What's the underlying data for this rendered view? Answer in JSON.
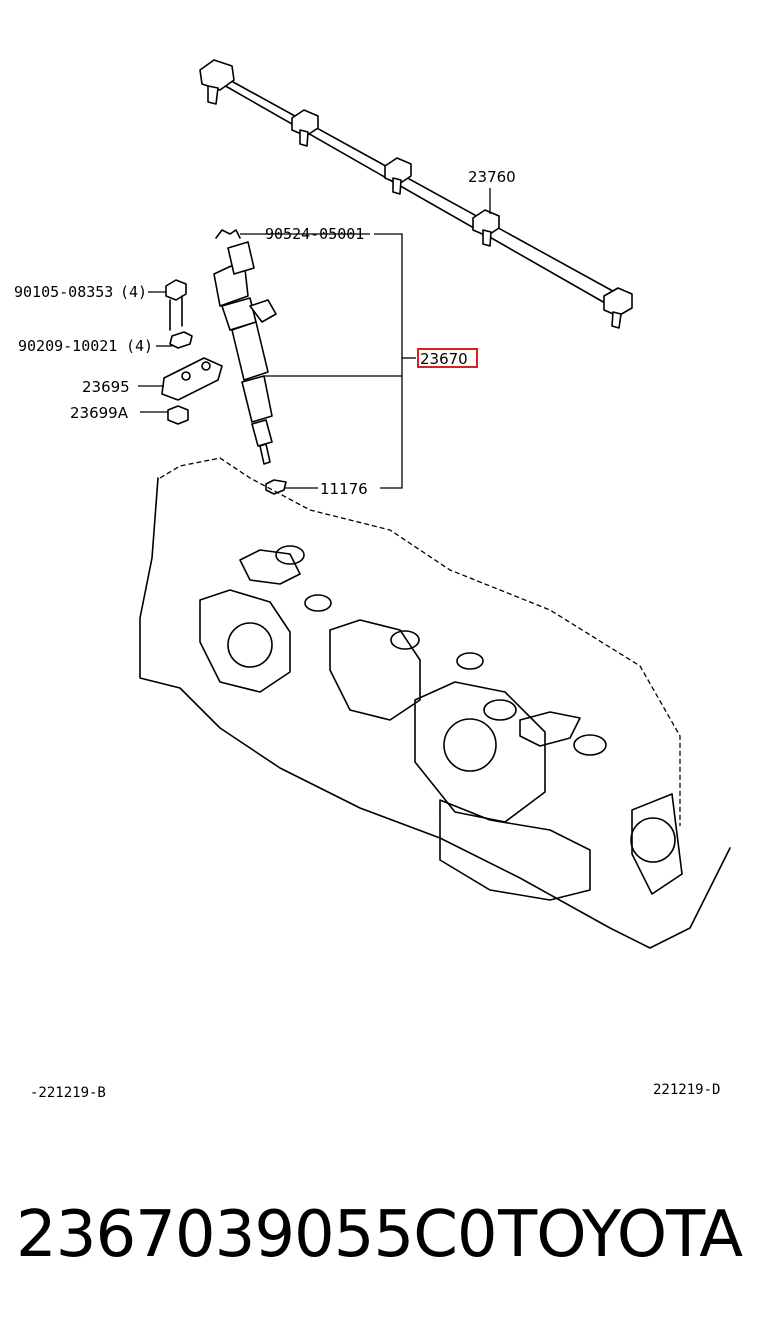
{
  "callouts": {
    "fuel_rail": "23760",
    "clamp_bolt_kit": "90524-05001",
    "bolt": "90105-08353",
    "bolt_qty": "(4)",
    "washer": "90209-10021",
    "washer_qty": "(4)",
    "clamp": "23695",
    "nut": "23699A",
    "injector": "23670",
    "gasket": "11176"
  },
  "refs": {
    "left": "-221219-B",
    "right": "221219-D"
  },
  "footer": {
    "part_number": "2367039055C0",
    "brand": "TOYOTA"
  },
  "colors": {
    "highlight": "#d62222"
  }
}
